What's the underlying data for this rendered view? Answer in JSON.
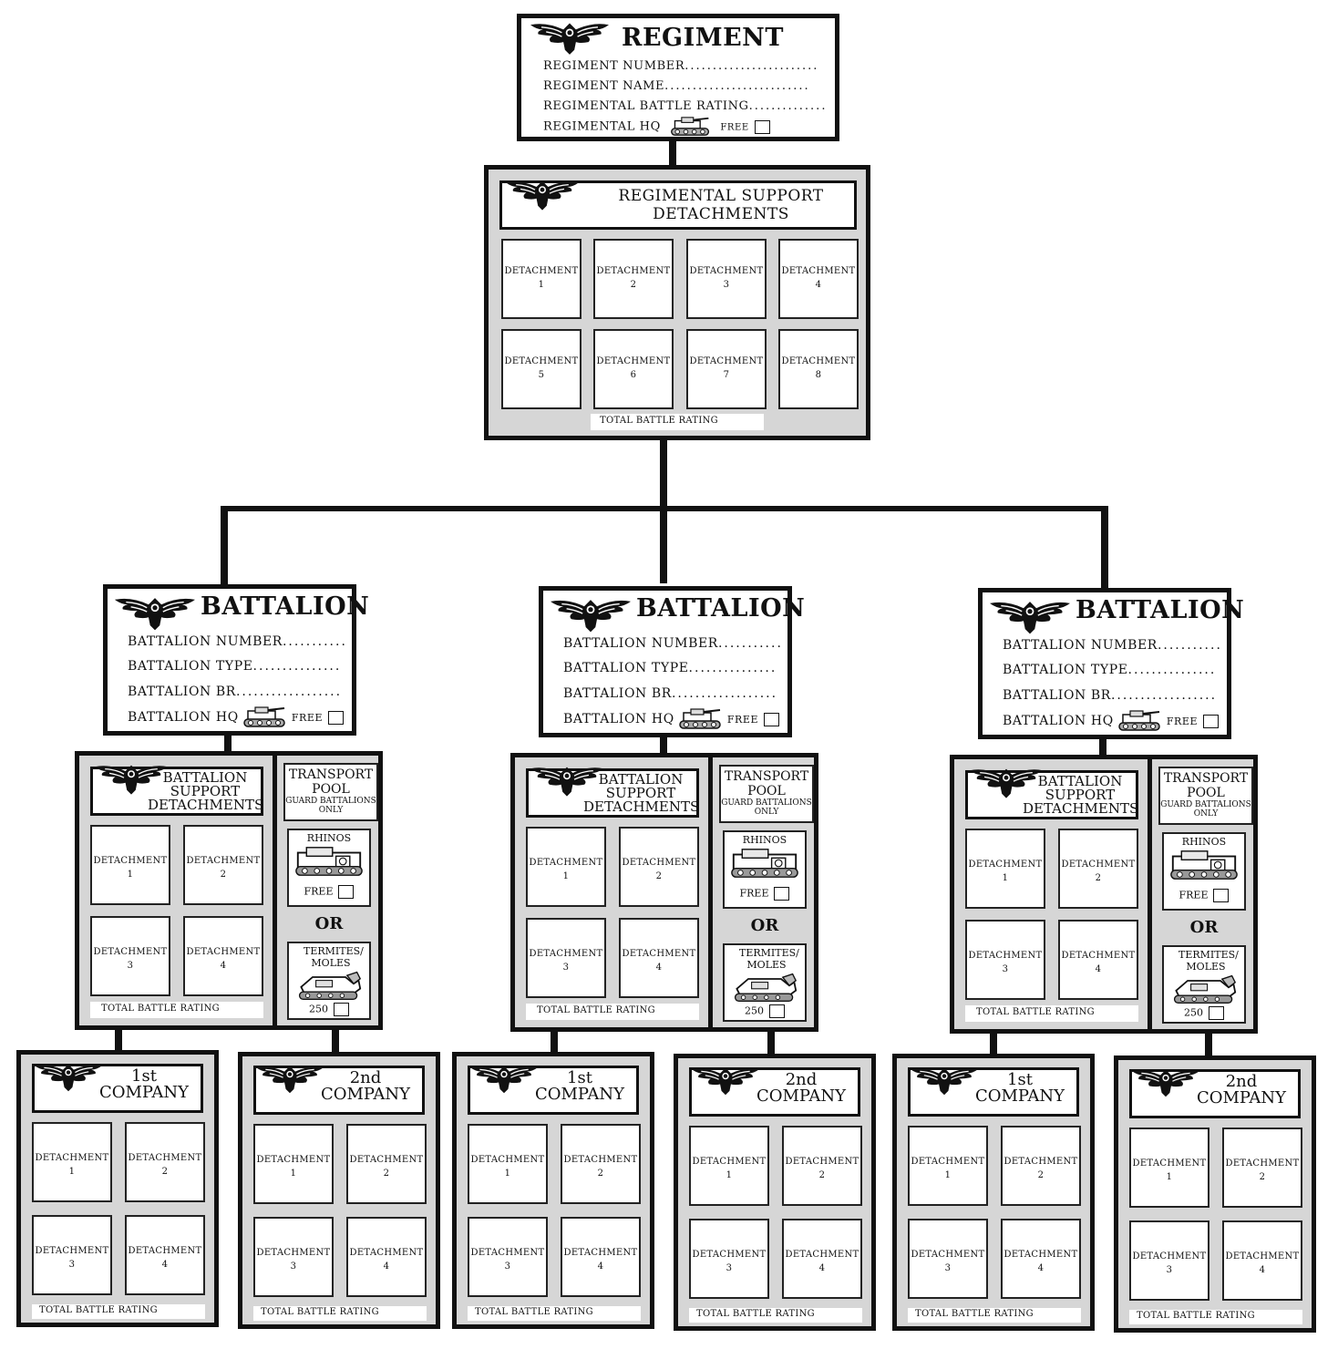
{
  "regiment": {
    "title": "REGIMENT",
    "field_number": "REGIMENT NUMBER",
    "field_name": "REGIMENT NAME",
    "field_rating": "REGIMENTAL BATTLE RATING",
    "field_hq": "REGIMENTAL HQ",
    "free_label": "FREE"
  },
  "regimental_support": {
    "title_line1": "REGIMENTAL SUPPORT",
    "title_line2": "DETACHMENTS",
    "detachment_label": "DETACHMENT",
    "numbers": [
      "1",
      "2",
      "3",
      "4",
      "5",
      "6",
      "7",
      "8"
    ],
    "total_label": "TOTAL BATTLE RATING"
  },
  "battalion": {
    "title": "BATTALION",
    "field_number": "BATTALION NUMBER",
    "field_type": "BATTALION TYPE",
    "field_br": "BATTALION BR",
    "field_hq": "BATTALION HQ",
    "free_label": "FREE"
  },
  "battalion_support": {
    "title_line1": "BATTALION",
    "title_line2": "SUPPORT",
    "title_line3": "DETACHMENTS",
    "detachment_label": "DETACHMENT",
    "numbers": [
      "1",
      "2",
      "3",
      "4"
    ],
    "total_label": "TOTAL BATTLE RATING"
  },
  "transport_pool": {
    "title_line1": "TRANSPORT",
    "title_line2": "POOL",
    "subtitle": "GUARD BATTALIONS ONLY",
    "rhinos_label": "RHINOS",
    "free_label": "FREE",
    "or_label": "OR",
    "termites_label": "TERMITES/ MOLES",
    "termites_cost": "250"
  },
  "company": {
    "first_ordinal": "1st",
    "second_ordinal": "2nd",
    "company_label": "COMPANY",
    "detachment_label": "DETACHMENT",
    "numbers": [
      "1",
      "2",
      "3",
      "4"
    ],
    "total_label": "TOTAL BATTLE RATING"
  },
  "icons": [
    "eagle-icon",
    "tank-icon",
    "rhino-icon",
    "termite-icon",
    "checkbox-icon"
  ]
}
